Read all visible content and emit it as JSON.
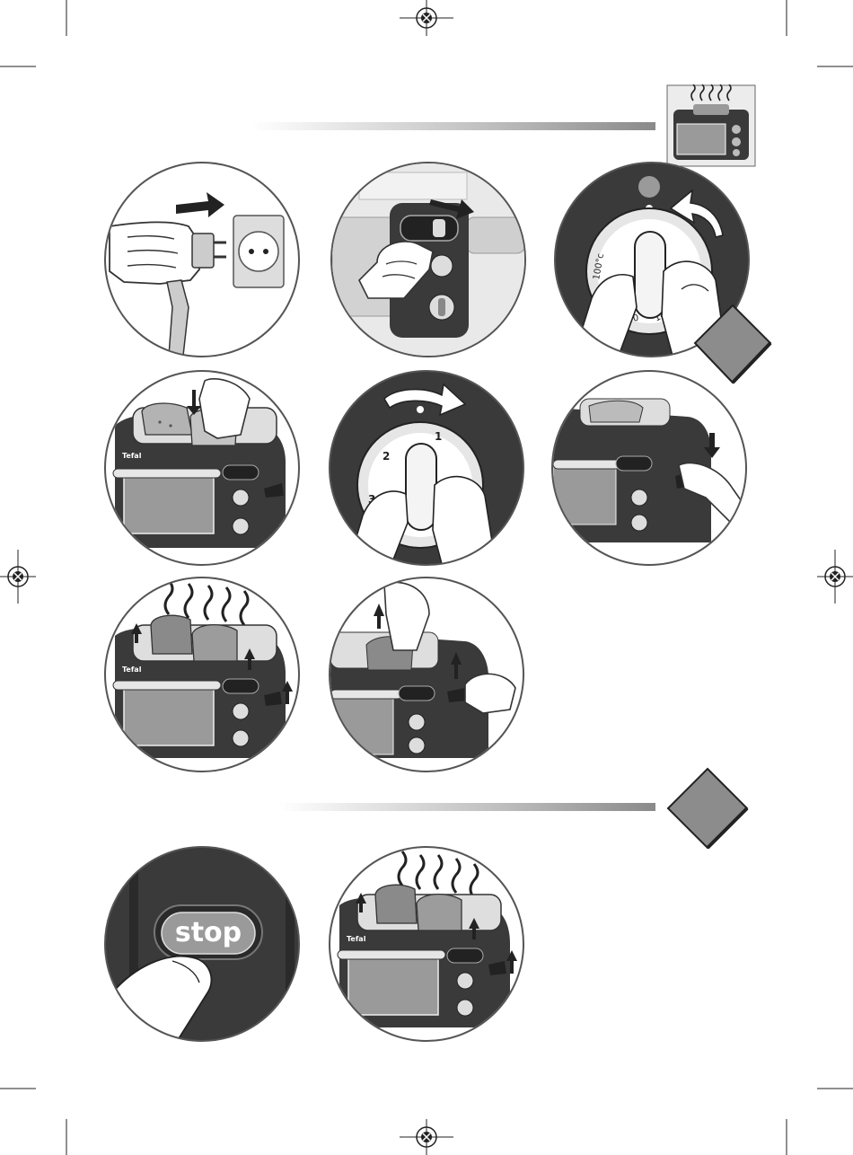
{
  "colors": {
    "dark": "#3a3a3a",
    "mid": "#8a8a8a",
    "light": "#d9d9d9",
    "line": "#555555",
    "diamond": "#8c8c8c"
  },
  "section1": {
    "steps": [
      {
        "name": "plug-in",
        "icon": "plug-arrow-icon"
      },
      {
        "name": "set-toaster-mode",
        "icon": "slider-switch-icon"
      },
      {
        "name": "set-thermostat",
        "icon": "rotate-left-arrow-icon",
        "dial": {
          "labels": [
            "100°c",
            "150",
            "180°c"
          ]
        }
      },
      {
        "name": "insert-bread",
        "icon": "down-arrow-icon",
        "brand": "Tefal"
      },
      {
        "name": "set-browning",
        "icon": "rotate-right-arrow-icon",
        "dial": {
          "labels": [
            "1",
            "2",
            "3"
          ]
        }
      },
      {
        "name": "lower-lever",
        "icon": "down-arrow-icon"
      },
      {
        "name": "toast-pops-up",
        "icon": "steam-icon",
        "brand": "Tefal"
      },
      {
        "name": "lift-toast",
        "icon": "up-arrow-icon"
      }
    ]
  },
  "section2": {
    "stop_label": "stop",
    "brand": "Tefal"
  }
}
